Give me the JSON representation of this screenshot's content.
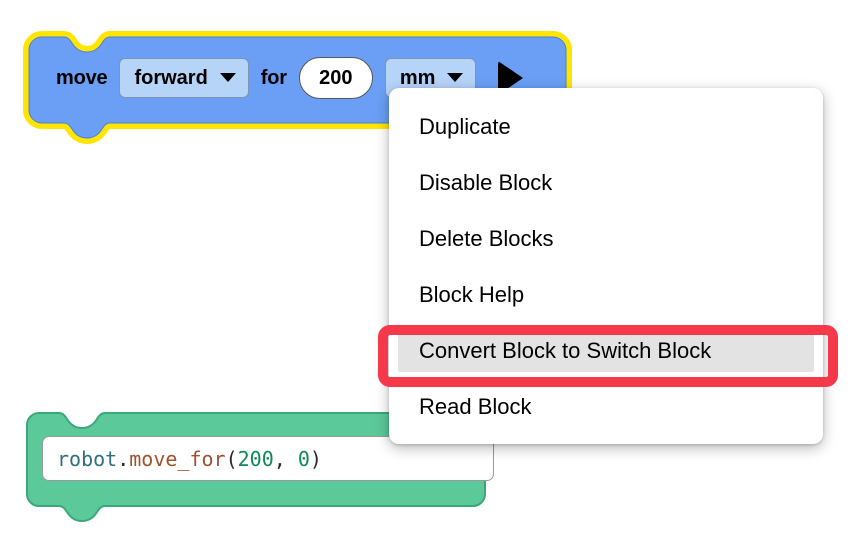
{
  "app": {
    "surface": "blockly-workspace",
    "background_color": "#ffffff"
  },
  "blocks": [
    {
      "id": "move-block",
      "type": "motion-block",
      "selected": true,
      "selection_outline_color": "#ffe500",
      "fill_color": "#6a9ff5",
      "stroke_color": "#4a7fd6",
      "fields": [
        {
          "kind": "label",
          "name": "move-label",
          "text": "move"
        },
        {
          "kind": "dropdown",
          "name": "direction-dropdown",
          "value": "forward",
          "icon": "chevron-down-icon"
        },
        {
          "kind": "label",
          "name": "for-label",
          "text": "for"
        },
        {
          "kind": "number",
          "name": "distance-input",
          "value": "200"
        },
        {
          "kind": "dropdown",
          "name": "units-dropdown",
          "value": "mm",
          "icon": "chevron-down-icon"
        },
        {
          "kind": "button",
          "name": "run-block-button",
          "icon": "play-triangle-icon"
        }
      ]
    },
    {
      "id": "python-block",
      "type": "code-block",
      "selected": false,
      "fill_color": "#5cc99a",
      "stroke_color": "#3aa87a",
      "code_tokens": [
        {
          "text": "robot",
          "token": "object"
        },
        {
          "text": ".",
          "token": "punct"
        },
        {
          "text": "move_for",
          "token": "function"
        },
        {
          "text": "(",
          "token": "punct"
        },
        {
          "text": "200",
          "token": "number"
        },
        {
          "text": ", ",
          "token": "punct"
        },
        {
          "text": "0",
          "token": "number"
        },
        {
          "text": ")",
          "token": "punct"
        }
      ],
      "code_plain": "robot.move_for(200, 0)"
    }
  ],
  "context_menu": {
    "name": "block-context-menu",
    "background_color": "#ffffff",
    "items": [
      {
        "label": "Duplicate",
        "name": "menu-item-duplicate",
        "highlighted": false
      },
      {
        "label": "Disable Block",
        "name": "menu-item-disable-block",
        "highlighted": false
      },
      {
        "label": "Delete Blocks",
        "name": "menu-item-delete-blocks",
        "highlighted": false
      },
      {
        "label": "Block Help",
        "name": "menu-item-block-help",
        "highlighted": false
      },
      {
        "label": "Convert Block to Switch Block",
        "name": "menu-item-convert-block-to-switch-block",
        "highlighted": true
      },
      {
        "label": "Read Block",
        "name": "menu-item-read-block",
        "highlighted": false
      }
    ],
    "highlighted_item_background": "#e3e3e3"
  },
  "annotation": {
    "name": "highlight-box",
    "target_item": "Convert Block to Switch Block",
    "color": "#f5394a",
    "shape": "rounded-rectangle"
  }
}
